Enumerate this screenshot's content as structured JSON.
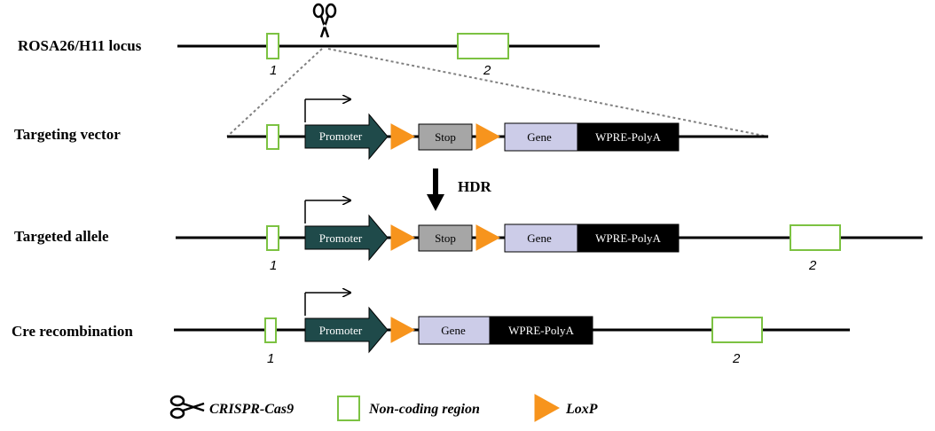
{
  "rows": {
    "locus": {
      "label": "ROSA26/H11 locus",
      "exon1": "1",
      "exon2": "2"
    },
    "vector": {
      "label": "Targeting vector"
    },
    "targeted": {
      "label": "Targeted allele",
      "exon1": "1",
      "exon2": "2"
    },
    "cre": {
      "label": "Cre recombination",
      "exon1": "1",
      "exon2": "2"
    }
  },
  "elements": {
    "promoter": "Promoter",
    "stop": "Stop",
    "gene": "Gene",
    "wpre": "WPRE-PolyA"
  },
  "hdr": "HDR",
  "legend": {
    "crispr": "CRISPR-Cas9",
    "noncoding": "Non-coding region",
    "loxp": "LoxP"
  },
  "colors": {
    "exon_border": "#7cc242",
    "promoter_fill": "#1f4a4a",
    "loxp_fill": "#f7941d",
    "stop_fill": "#a6a6a6",
    "gene_fill": "#cccce8",
    "wpre_fill": "#000000"
  }
}
